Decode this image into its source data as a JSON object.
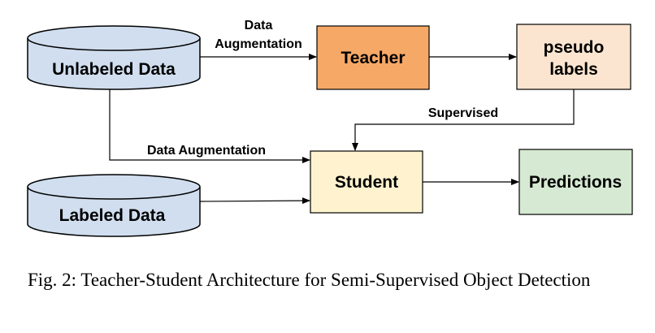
{
  "nodes": {
    "unlabeled_data": "Unlabeled Data",
    "labeled_data": "Labeled Data",
    "teacher": "Teacher",
    "pseudo_labels_line1": "pseudo",
    "pseudo_labels_line2": "labels",
    "student": "Student",
    "predictions": "Predictions"
  },
  "edges": {
    "teacher_aug_line1": "Data",
    "teacher_aug_line2": "Augmentation",
    "student_aug": "Data Augmentation",
    "supervised": "Supervised"
  },
  "caption": "Fig. 2: Teacher-Student Architecture for Semi-Supervised Object Detection",
  "colors": {
    "database": "#d0deef",
    "teacher": "#f6a867",
    "pseudo_labels": "#fce5d0",
    "student": "#fff3cf",
    "predictions": "#d6e9d2",
    "stroke": "#000000"
  }
}
